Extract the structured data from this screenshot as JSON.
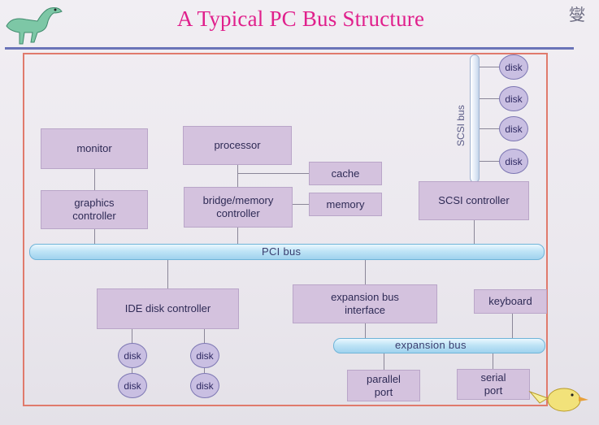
{
  "title": "A Typical PC Bus Structure",
  "corner_mark": "燮",
  "boxes": {
    "monitor": "monitor",
    "processor": "processor",
    "cache": "cache",
    "graphics_controller": "graphics\ncontroller",
    "bridge_memory_controller": "bridge/memory\ncontroller",
    "memory": "memory",
    "scsi_controller": "SCSI controller",
    "ide_disk_controller": "IDE disk controller",
    "expansion_bus_interface": "expansion bus\ninterface",
    "keyboard": "keyboard",
    "parallel_port": "parallel\nport",
    "serial_port": "serial\nport"
  },
  "buses": {
    "pci": "PCI bus",
    "scsi": "SCSI bus",
    "expansion": "expansion bus"
  },
  "disk_label": "disk",
  "colors": {
    "title": "#e0208c",
    "box_fill": "#d4c2de",
    "disk_fill": "#c9bfe2",
    "bus_fill": "#bfe4f6",
    "frame_border": "#e07a6c",
    "rule": "#6a73b8"
  }
}
